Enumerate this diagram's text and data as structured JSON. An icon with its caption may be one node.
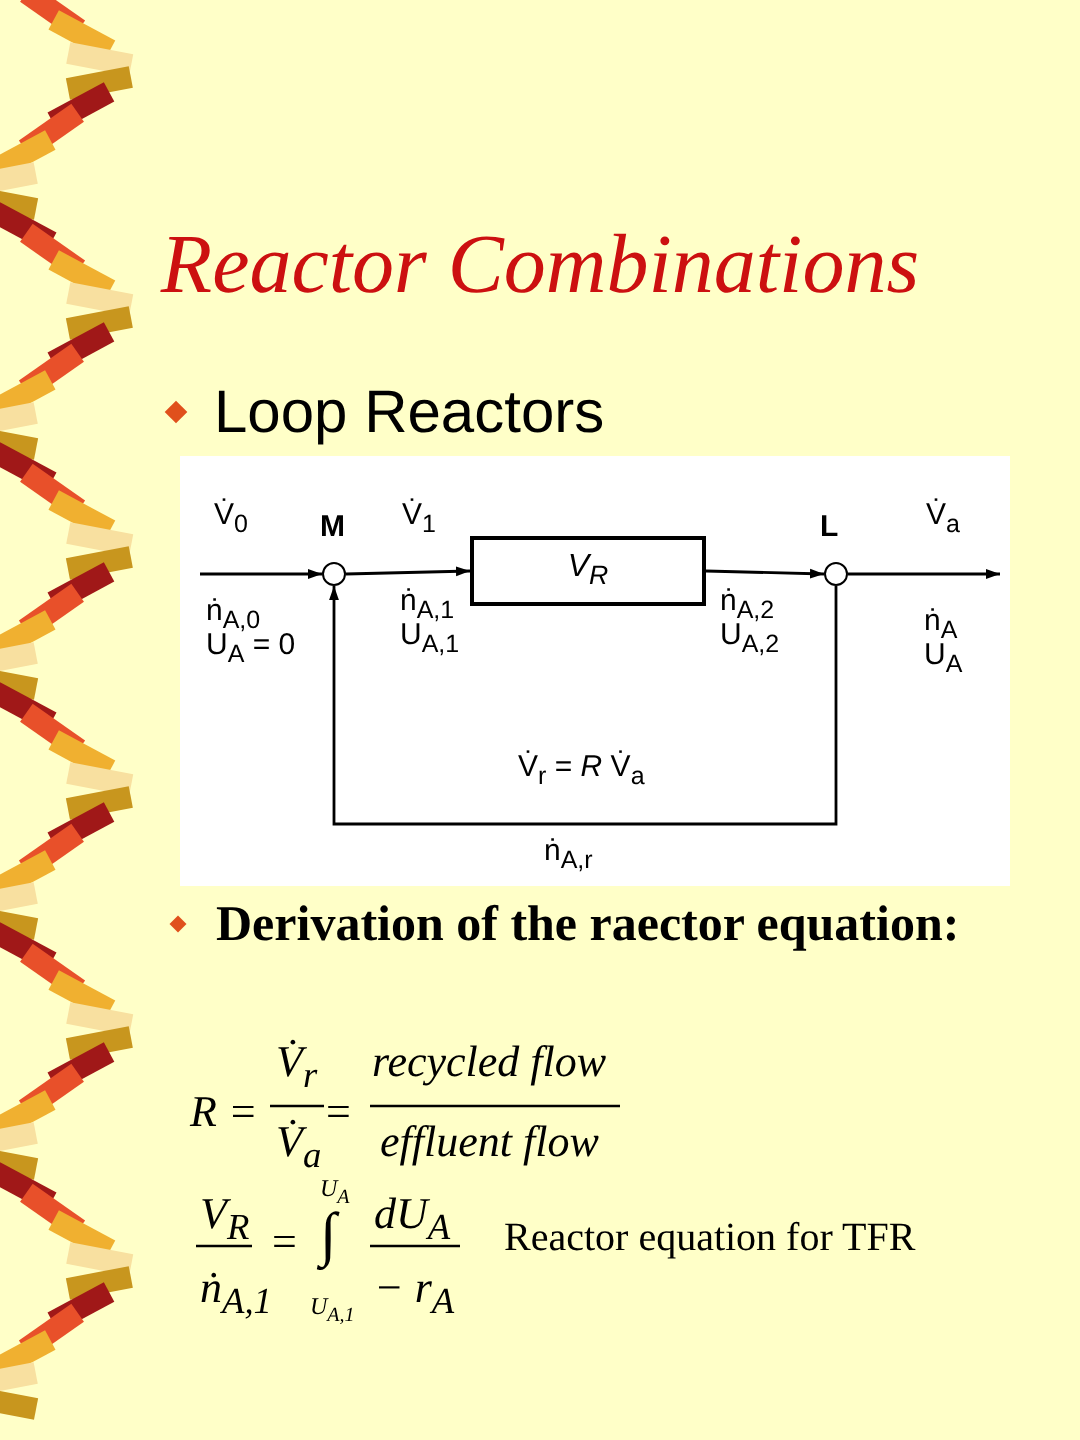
{
  "diagram": {
    "title": "Reactor Combinations",
    "nodes": [
      {
        "text": [
          "M"
        ]
      },
      {
        "text": [
          "V$_{R}$"
        ]
      },
      {
        "text": [
          "L"
        ]
      }
    ],
    "edges": [
      {
        "from": null,
        "to": 0,
        "arrow": "to",
        "label": "V̇$_{0}$"
      },
      {
        "from": 0,
        "to": 1,
        "arrow": "to",
        "label": "V̇$_{1}$"
      },
      {
        "from": 1,
        "to": 2,
        "arrow": "to"
      },
      {
        "from": 2,
        "to": null,
        "arrow": "to",
        "label": "V̇$_{a}$"
      },
      {
        "from": 2,
        "to": 0,
        "arrow": "to",
        "label": "V̇$_{r}$ = *R* V̇$_{a}$"
      }
    ],
    "labels": [
      "Loop Reactors",
      "ṅ$_{A,0}$",
      "U$_{A}$ = 0",
      "ṅ$_{A,1}$",
      "U$_{A,1}$",
      "ṅ$_{A,2}$",
      "U$_{A,2}$",
      "ṅ$_{A}$",
      "U$_{A}$",
      "ṅ$_{A,r}$",
      "Derivation of the raector equation:",
      "R =",
      "V̇$_{r}$",
      "V̇$_{a}$",
      "=",
      "recycled flow",
      "effluent flow",
      "V$_{R}$",
      "ṅ$_{A,1}$",
      "=",
      "U$_{A}$",
      "∫",
      "U$_{A,1}$",
      "dU$_{A}$",
      "− r$_{A}$",
      "Reactor equation for TFR"
    ]
  }
}
